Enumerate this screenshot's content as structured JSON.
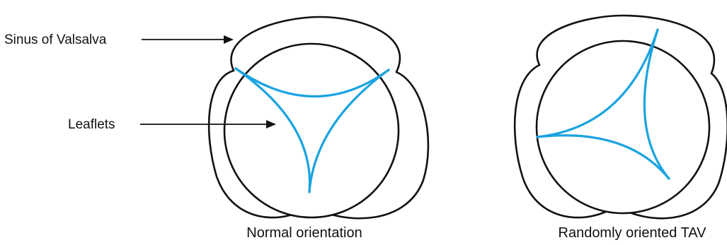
{
  "figures": [
    {
      "id": "normal",
      "caption": "Normal orientation",
      "annotations": [
        {
          "text": "Sinus of Valsalva",
          "target": "sinus"
        },
        {
          "text": "Leaflets",
          "target": "leaflet"
        }
      ]
    },
    {
      "id": "random",
      "caption": "Randomly oriented TAV",
      "annotations": []
    }
  ],
  "colors": {
    "outline": "#111111",
    "leaflet": "#1aa3e0",
    "background": "#ffffff"
  }
}
